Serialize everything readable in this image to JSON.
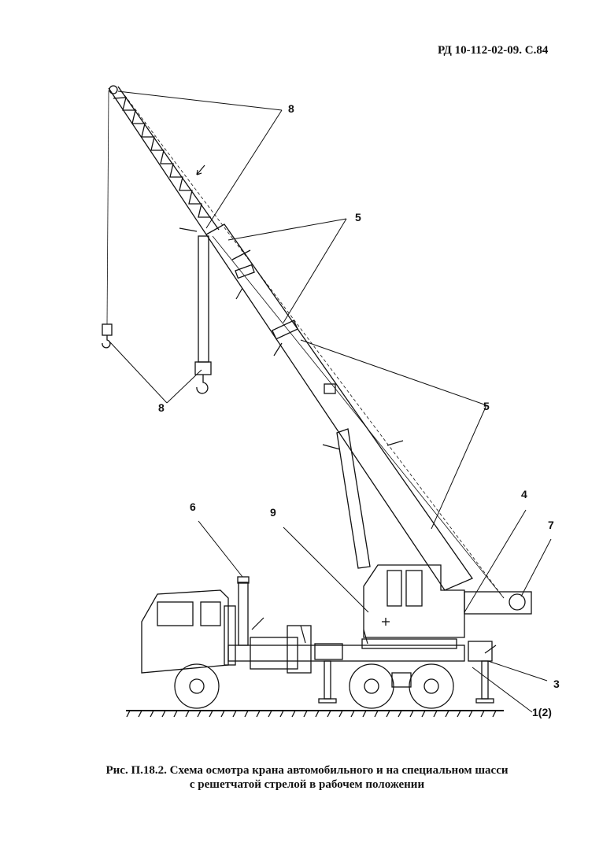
{
  "header": {
    "doc_ref": "РД 10-112-02-09. С.84"
  },
  "figure": {
    "labels": {
      "l8a": "8",
      "l5a": "5",
      "l8b": "8",
      "l5b": "5",
      "l6": "6",
      "l9": "9",
      "l4": "4",
      "l7": "7",
      "l3": "3",
      "l12": "1(2)"
    }
  },
  "caption": {
    "line1": "Рис. П.18.2. Схема осмотра крана автомобильного и на специальном шасси",
    "line2": "с решетчатой стрелой в рабочем положении"
  }
}
